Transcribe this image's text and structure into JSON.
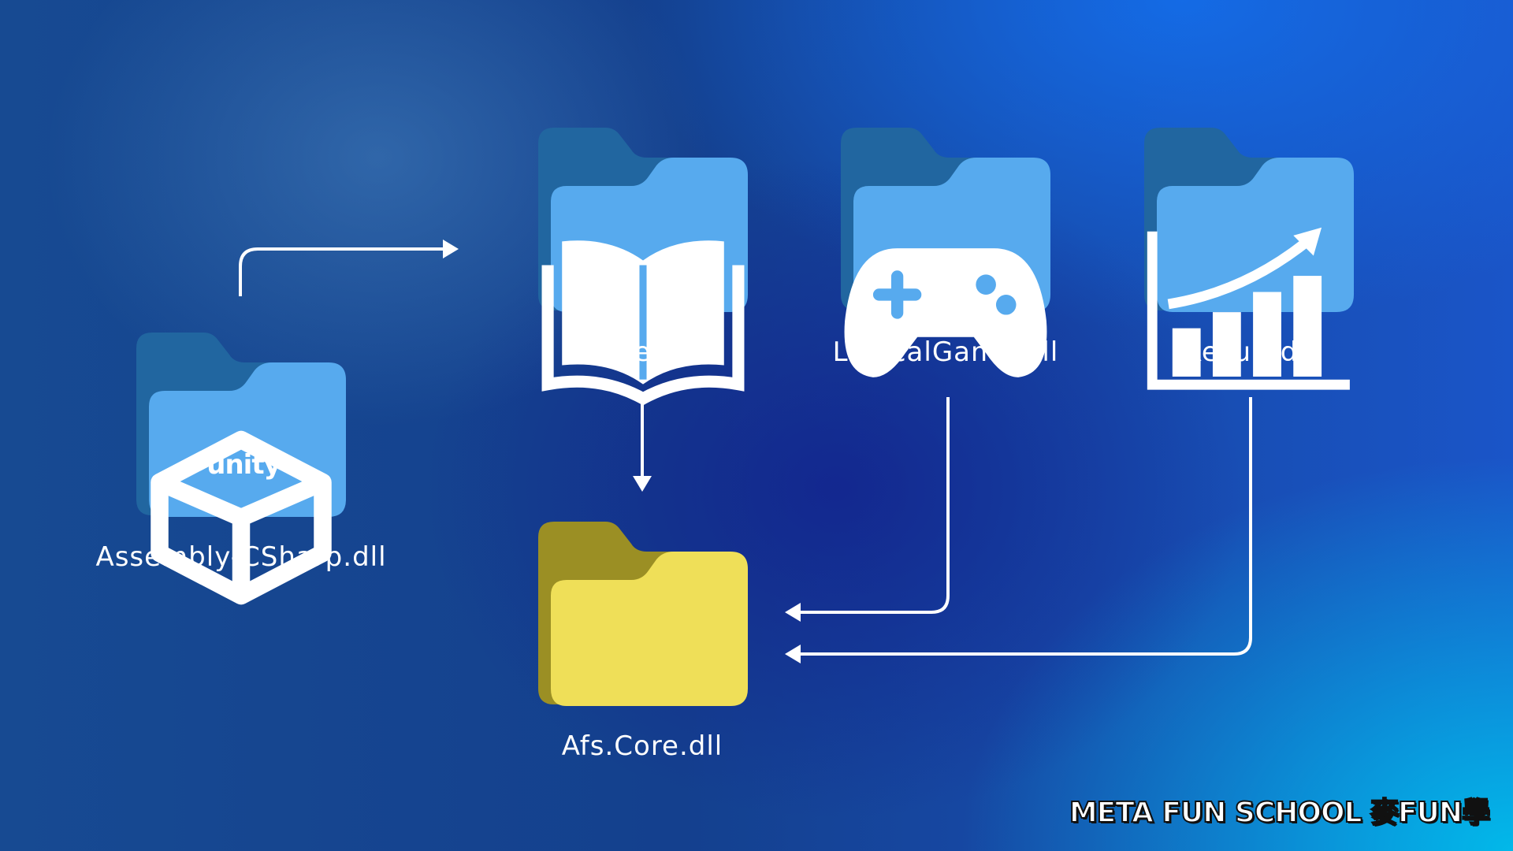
{
  "colors": {
    "folder_back": "#2166a0",
    "folder_front": "#57aaee",
    "core_back": "#9b8f24",
    "core_front": "#efdf58",
    "connector": "#ffffff"
  },
  "nodes": {
    "assembly": {
      "label": "Assembly-CSharp.dll",
      "icon": "unity-logo",
      "logo_text": "unity"
    },
    "title": {
      "label": "Title.dll",
      "icon": "book-icon"
    },
    "logical_game": {
      "label": "LogicalGame.dll",
      "icon": "gamepad-icon"
    },
    "result": {
      "label": "Result.dll",
      "icon": "growth-chart-icon"
    },
    "core": {
      "label": "Afs.Core.dll",
      "icon": "folder-icon"
    }
  },
  "edges": [
    {
      "from": "assembly",
      "to": "title"
    },
    {
      "from": "title",
      "to": "core"
    },
    {
      "from": "logical_game",
      "to": "core"
    },
    {
      "from": "result",
      "to": "core"
    }
  ],
  "watermark": "META FUN SCHOOL 麥FUN學"
}
